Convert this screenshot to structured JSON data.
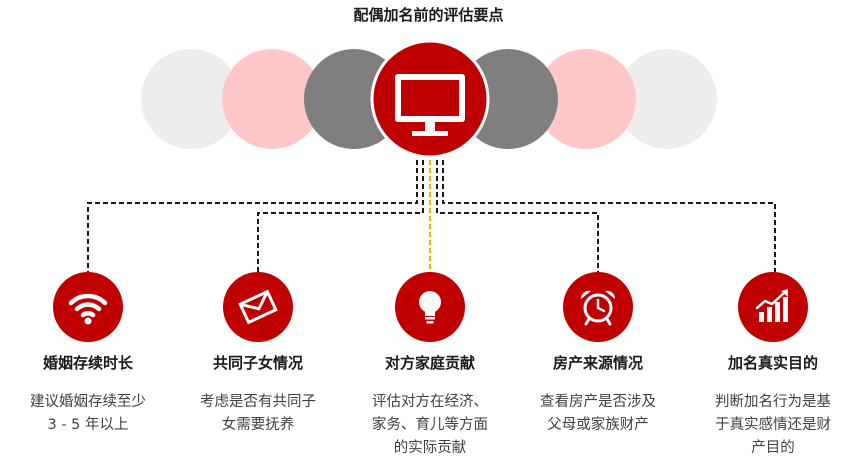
{
  "title": "配偶加名前的评估要点",
  "colors": {
    "accent": "#c00000",
    "dark_gray": "#7f7f7f",
    "light_gray": "#ededed",
    "light_pink": "#ffc7c7",
    "yellow_line": "#e8b400"
  },
  "center_icon": "monitor-icon",
  "items": [
    {
      "icon": "wifi-icon",
      "title": "婚姻存续时长",
      "desc": [
        "建议婚姻存续至少",
        "3 - 5 年以上"
      ]
    },
    {
      "icon": "envelope-icon",
      "title": "共同子女情况",
      "desc": [
        "考虑是否有共同子",
        "女需要抚养"
      ]
    },
    {
      "icon": "lightbulb-icon",
      "title": "对方家庭贡献",
      "desc": [
        "评估对方在经济、",
        "家务、育儿等方面",
        "的实际贡献"
      ]
    },
    {
      "icon": "alarm-clock-icon",
      "title": "房产来源情况",
      "desc": [
        "查看房产是否涉及",
        "父母或家族财产"
      ]
    },
    {
      "icon": "bar-chart-icon",
      "title": "加名真实目的",
      "desc": [
        "判断加名行为是基",
        "于真实感情还是财",
        "产目的"
      ]
    }
  ]
}
